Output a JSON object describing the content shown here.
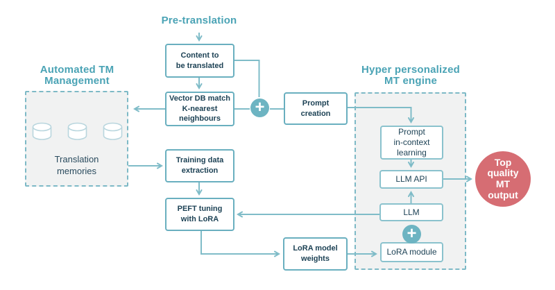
{
  "titles": {
    "pre_translation": "Pre-translation",
    "automated_tm": "Automated TM\nManagement",
    "hyper_mt": "Hyper personalized\nMT engine"
  },
  "tm_panel": {
    "label": "Translation\nmemories",
    "database_count": 3
  },
  "nodes": {
    "content": "Content to\nbe translated",
    "vector_db": "Vector DB match\nK-nearest\nneighbours",
    "training": "Training data\nextraction",
    "peft": "PEFT tuning\nwith LoRA",
    "prompt_creation": "Prompt\ncreation",
    "lora_weights": "LoRA model\nweights",
    "prompt_icl": "Prompt\nin-context\nlearning",
    "llm_api": "LLM API",
    "llm": "LLM",
    "lora_module": "LoRA module"
  },
  "output_node": {
    "label": "Top\nquality\nMT\noutput",
    "color": "#d66d73"
  },
  "operators": {
    "merge_top": "+",
    "merge_bottom": "+"
  },
  "colors": {
    "title_teal": "#4aa3b5",
    "box_border_teal": "#69afbf",
    "inner_box_border_teal": "#8ac2cd",
    "line_teal": "#7fbcc8",
    "dark_text": "#1d4255",
    "plus_circle_teal": "#6db4c2",
    "panel_bg": "#f1f2f2",
    "output_red": "#d66d73",
    "cylinder_border": "#b9d6de"
  }
}
